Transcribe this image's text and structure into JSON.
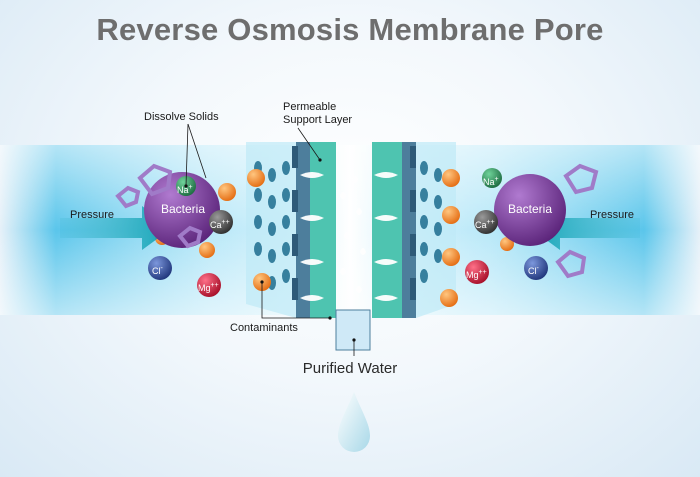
{
  "title": "Reverse Osmosis Membrane Pore",
  "labels": {
    "dissolve_solids": "Dissolve Solids",
    "permeable_support_line1": "Permeable",
    "permeable_support_line2": "Support Layer",
    "pressure_left": "Pressure",
    "pressure_right": "Pressure",
    "contaminants": "Contaminants",
    "purified_water": "Purified Water"
  },
  "particles": {
    "bacteria": "Bacteria",
    "sodium": "Na",
    "sodium_charge": "+",
    "calcium": "Ca",
    "calcium_charge": "++",
    "chloride": "Cl",
    "chloride_charge": "-",
    "magnesium": "Mg",
    "magnesium_charge": "++"
  },
  "colors": {
    "title": "#6e6e6e",
    "water_band": "#29b6e6",
    "membrane": "#4ec4b0",
    "support": "#3a6f8e",
    "bacteria": "#7b3f98",
    "calcium": "#5a5a5a",
    "sodium": "#2e8b57",
    "chloride": "#2f4fa0",
    "magnesium": "#cc1f3b",
    "contaminant": "#f28a2e",
    "arrow": "#1aa7b8"
  }
}
